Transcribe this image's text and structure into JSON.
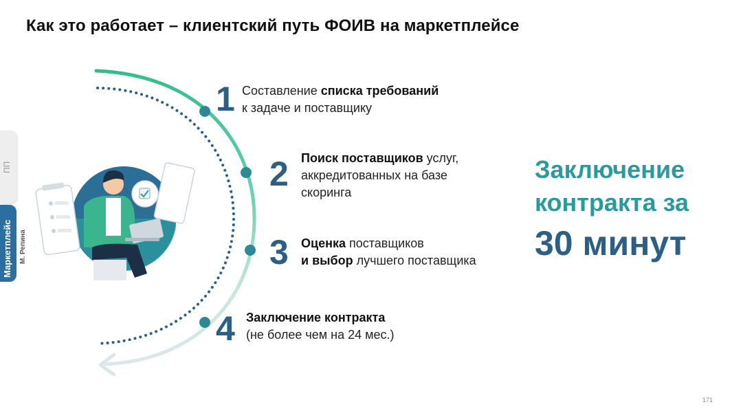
{
  "page": {
    "title": "Как это работает – клиентский путь ФОИВ на маркетплейсе"
  },
  "side_tabs": {
    "pp": "ПП",
    "marketplace": "Маркетплейс",
    "author": "М. Репина"
  },
  "steps": [
    {
      "number": "1",
      "plain1": "Составление ",
      "bold1": "списка требований",
      "line2": "к задаче и поставщику"
    },
    {
      "number": "2",
      "bold1": "Поиск поставщиков",
      "plain1": " услуг,",
      "line2": "аккредитованных на базе",
      "line3": "скоринга"
    },
    {
      "number": "3",
      "bold1": "Оценка",
      "plain1": " поставщиков",
      "bold2": "и выбор",
      "plain2": " лучшего поставщика"
    },
    {
      "number": "4",
      "bold1": "Заключение контракта",
      "line2": "(не более чем на 24 мес.)"
    }
  ],
  "highlight": {
    "line1": "Заключение",
    "line2": "контракта за",
    "line3": "30 минут"
  },
  "page_number": "171",
  "colors": {
    "accent_teal": "#2a9a9e",
    "accent_blue": "#2c5f86",
    "arc_green": "#4cc7a0",
    "dots": "#2c5f86"
  }
}
